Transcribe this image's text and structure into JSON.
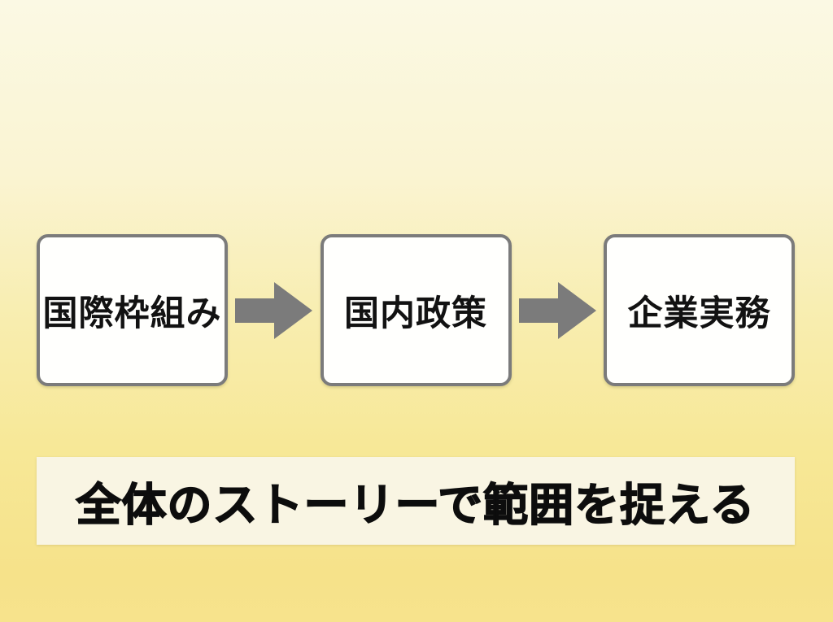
{
  "diagram": {
    "type": "flow",
    "boxes": [
      {
        "label": "国際枠組み"
      },
      {
        "label": "国内政策"
      },
      {
        "label": "企業実務"
      }
    ],
    "connector_icon": "arrow-right",
    "caption": "全体のストーリーで範囲を捉える",
    "colors": {
      "background_top": "#FBF9E4",
      "background_bottom": "#F7E38C",
      "box_fill": "#FFFFFD",
      "box_border": "#7B7B7B",
      "arrow": "#7B7B7B",
      "banner_background": "#F9F5E3",
      "text": "#121212"
    }
  }
}
